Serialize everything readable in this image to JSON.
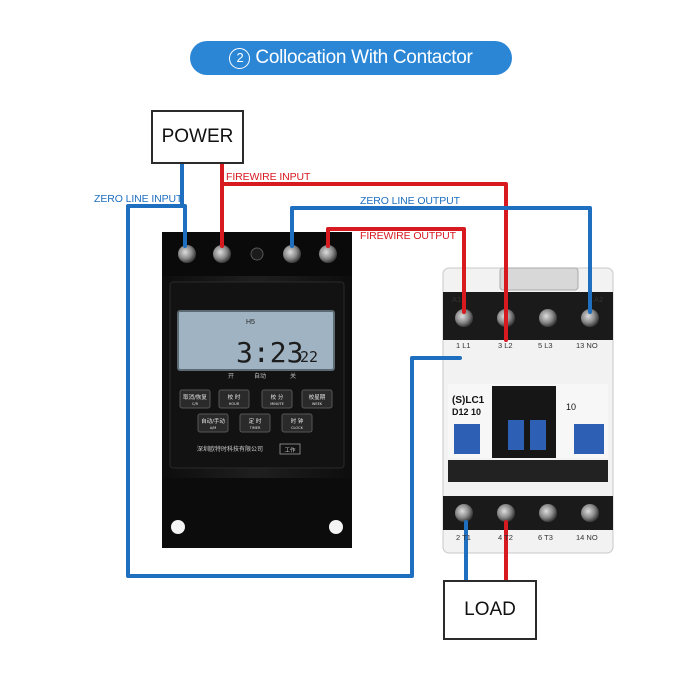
{
  "title": {
    "number_glyph": "2",
    "text": "Collocation With Contactor"
  },
  "boxes": {
    "power": "POWER",
    "load": "LOAD"
  },
  "wire_labels": {
    "zero_line_input": "ZERO LINE INPUT",
    "firewire_input": "FIREWIRE INPUT",
    "zero_line_output": "ZERO LINE OUTPUT",
    "firewire_output": "FIREWIRE OUTPUT"
  },
  "timer": {
    "display_small": "H5",
    "display_time": "3:23",
    "display_seconds": "22",
    "display_status_on": "开",
    "display_status_auto": "自动",
    "display_status_off": "关",
    "buttons": [
      {
        "label": "取消/恢复",
        "sub": "C/R"
      },
      {
        "label": "校 时",
        "sub": "HOUR"
      },
      {
        "label": "校 分",
        "sub": "MINUTE"
      },
      {
        "label": "校星期",
        "sub": "WEEK"
      },
      {
        "label": "自动/手动",
        "sub": "A/M"
      },
      {
        "label": "定 时",
        "sub": "TIMER"
      },
      {
        "label": "时 钟",
        "sub": "CLOCK"
      }
    ],
    "brand": "深圳欧特时科技有限公司",
    "brand_tag": "工作"
  },
  "contactor": {
    "model_line1": "(S)LC1",
    "model_line2": "D12 10",
    "aux_contact": "10",
    "top_terminals": [
      "1 L1",
      "3 L2",
      "5 L3",
      "13 NO"
    ],
    "bottom_terminals": [
      "2 T1",
      "4 T2",
      "6 T3",
      "14 NO"
    ],
    "coil_top_left": "A1",
    "coil_top_right": "A2"
  },
  "colors": {
    "accent": "#2b87d6",
    "zero_wire": "#1e6fbf",
    "fire_wire": "#d71920",
    "timer_body": "#141414",
    "lcd": "#9fb3c2",
    "contactor_body": "#f2f2f2",
    "contactor_blue": "#2d5fb5"
  }
}
